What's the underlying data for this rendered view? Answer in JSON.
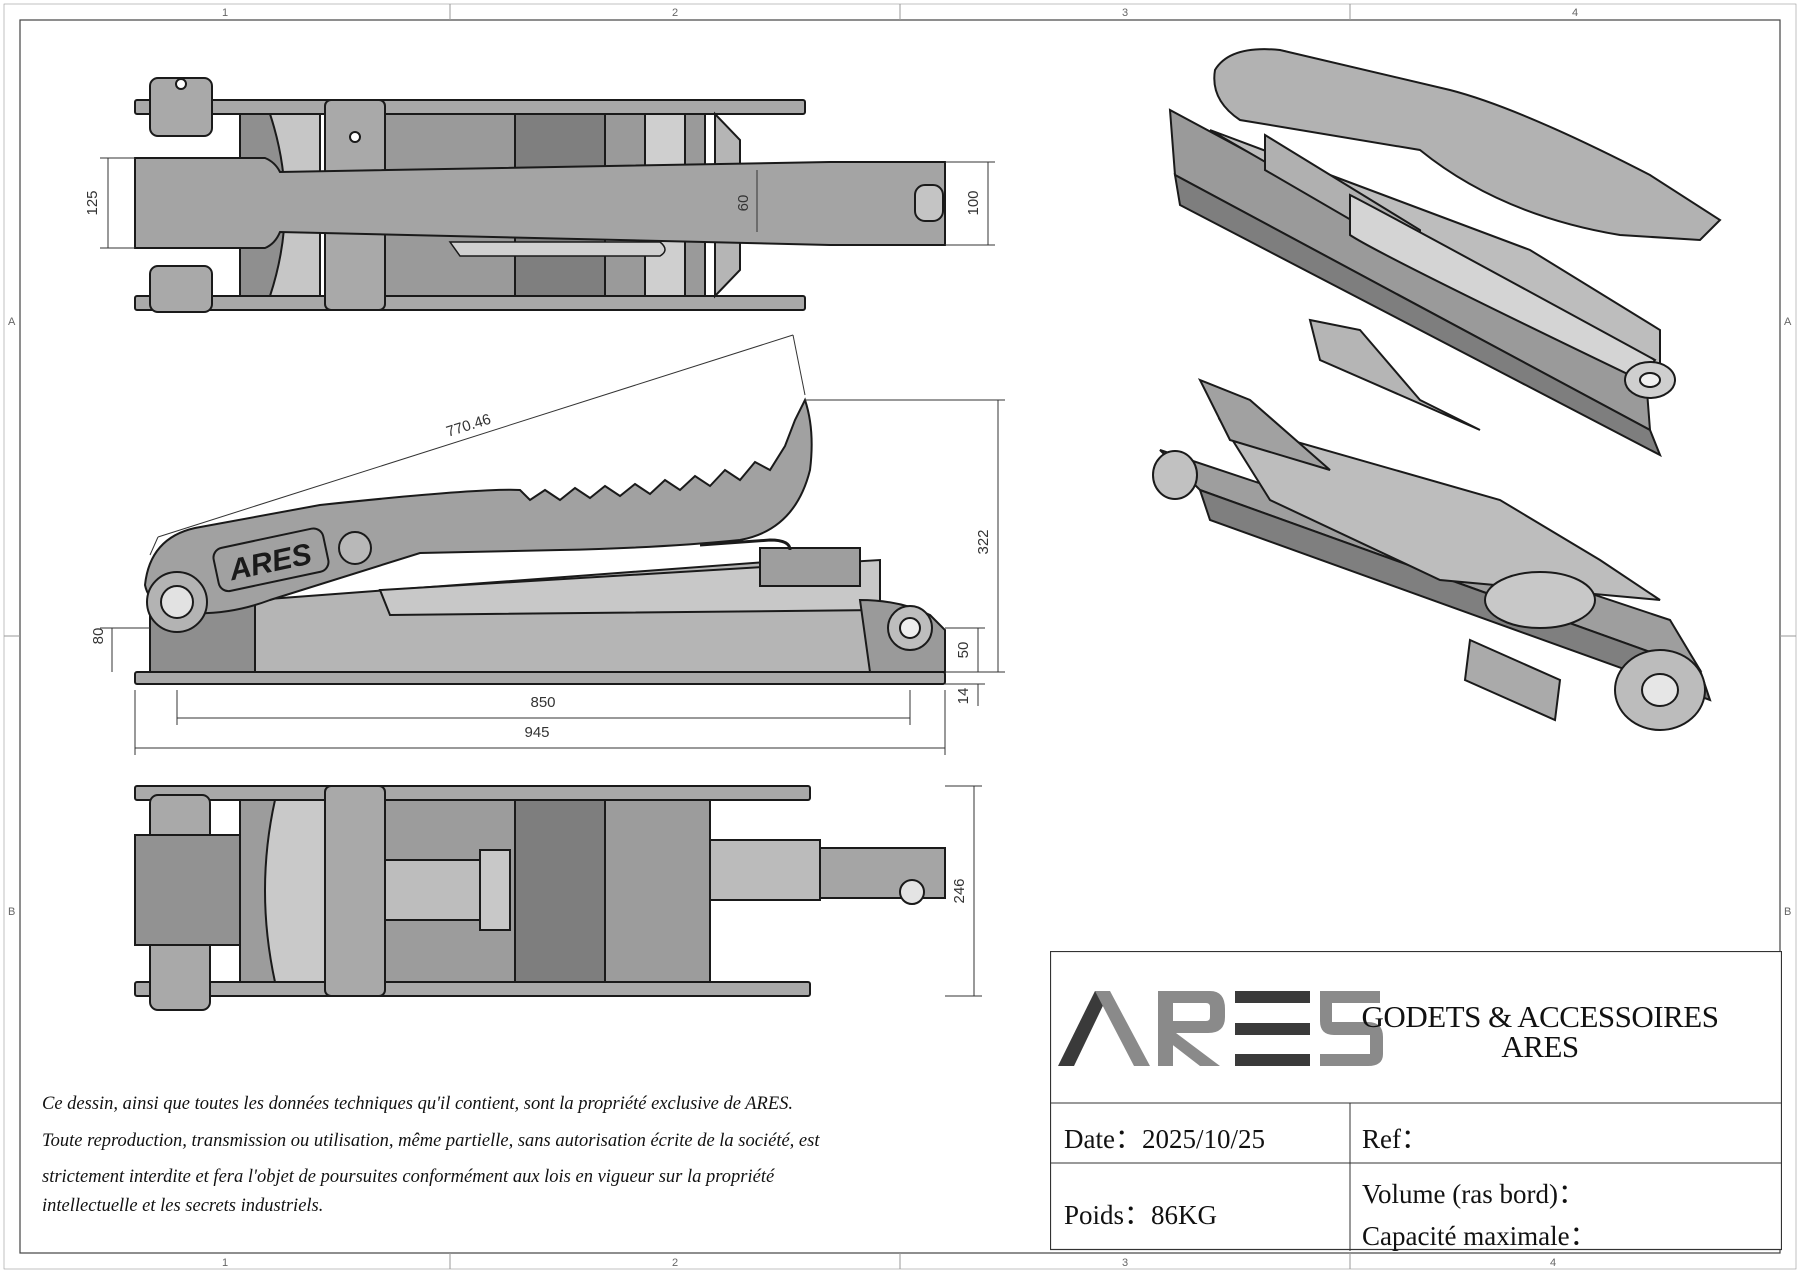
{
  "zones": {
    "columns": [
      "1",
      "2",
      "3",
      "4"
    ],
    "rows": [
      "A",
      "B"
    ]
  },
  "dimensions": {
    "top_width_125": "125",
    "top_60": "60",
    "top_100": "100",
    "side_length": "770.46",
    "side_height": "322",
    "side_80": "80",
    "side_50": "50",
    "side_14": "14",
    "side_850": "850",
    "side_945": "945",
    "bottom_246": "246"
  },
  "logo_part": "ARES",
  "title_block": {
    "logo": "ARES",
    "title_line1": "GODETS & ACCESSOIRES",
    "title_line2": "ARES",
    "date_label": "Date：",
    "date_value": "2025/10/25",
    "ref_label": "Ref：",
    "weight_label": "Poids：",
    "weight_value": "86KG",
    "volume_label": "Volume (ras bord)：",
    "capacity_label": "Capacité maximale："
  },
  "notice": [
    "Ce dessin, ainsi que toutes les données techniques qu'il contient, sont la propriété exclusive de ARES.",
    "Toute reproduction, transmission ou utilisation, même partielle, sans autorisation écrite de la société, est",
    "strictement interdite et fera l'objet de poursuites conformément aux lois en vigueur sur la propriété",
    "intellectuelle et les secrets industriels."
  ],
  "colors": {
    "part_fill": "#a7a7a7",
    "part_dark": "#8c8c8c",
    "line": "#1a1a1a",
    "logo_dark": "#3a3a3a",
    "logo_light": "#8a8a8a"
  }
}
